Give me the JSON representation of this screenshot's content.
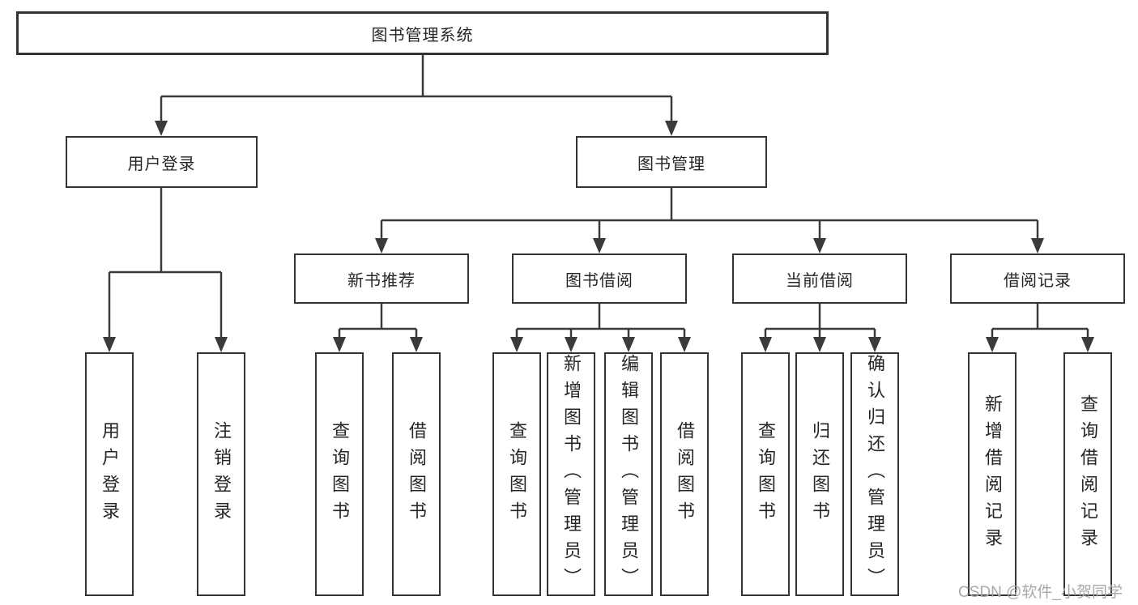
{
  "nodes": {
    "root": "图书管理系统",
    "user_login": "用户登录",
    "book_mgmt": "图书管理",
    "new_book_rec": "新书推荐",
    "book_borrow": "图书借阅",
    "current_borrow": "当前借阅",
    "borrow_records": "借阅记录",
    "leaf_user_login": "用户登录",
    "leaf_logout": "注销登录",
    "nbr_query_book": "查询图书",
    "nbr_borrow_book": "借阅图书",
    "bb_query_book": "查询图书",
    "bb_add_book": "新增图书（管理员）",
    "bb_edit_book": "编辑图书（管理员）",
    "bb_borrow_book": "借阅图书",
    "cb_query_book": "查询图书",
    "cb_return_book": "归还图书",
    "cb_confirm_return": "确认归还（管理员）",
    "br_add_record": "新增借阅记录",
    "br_query_record": "查询借阅记录"
  },
  "watermark": "CSDN @软件_小贺同学",
  "colors": {
    "line": "#3a3a3a",
    "text": "#262626",
    "box_border": "#333333",
    "watermark": "#a8a8a8",
    "background": "#ffffff"
  }
}
